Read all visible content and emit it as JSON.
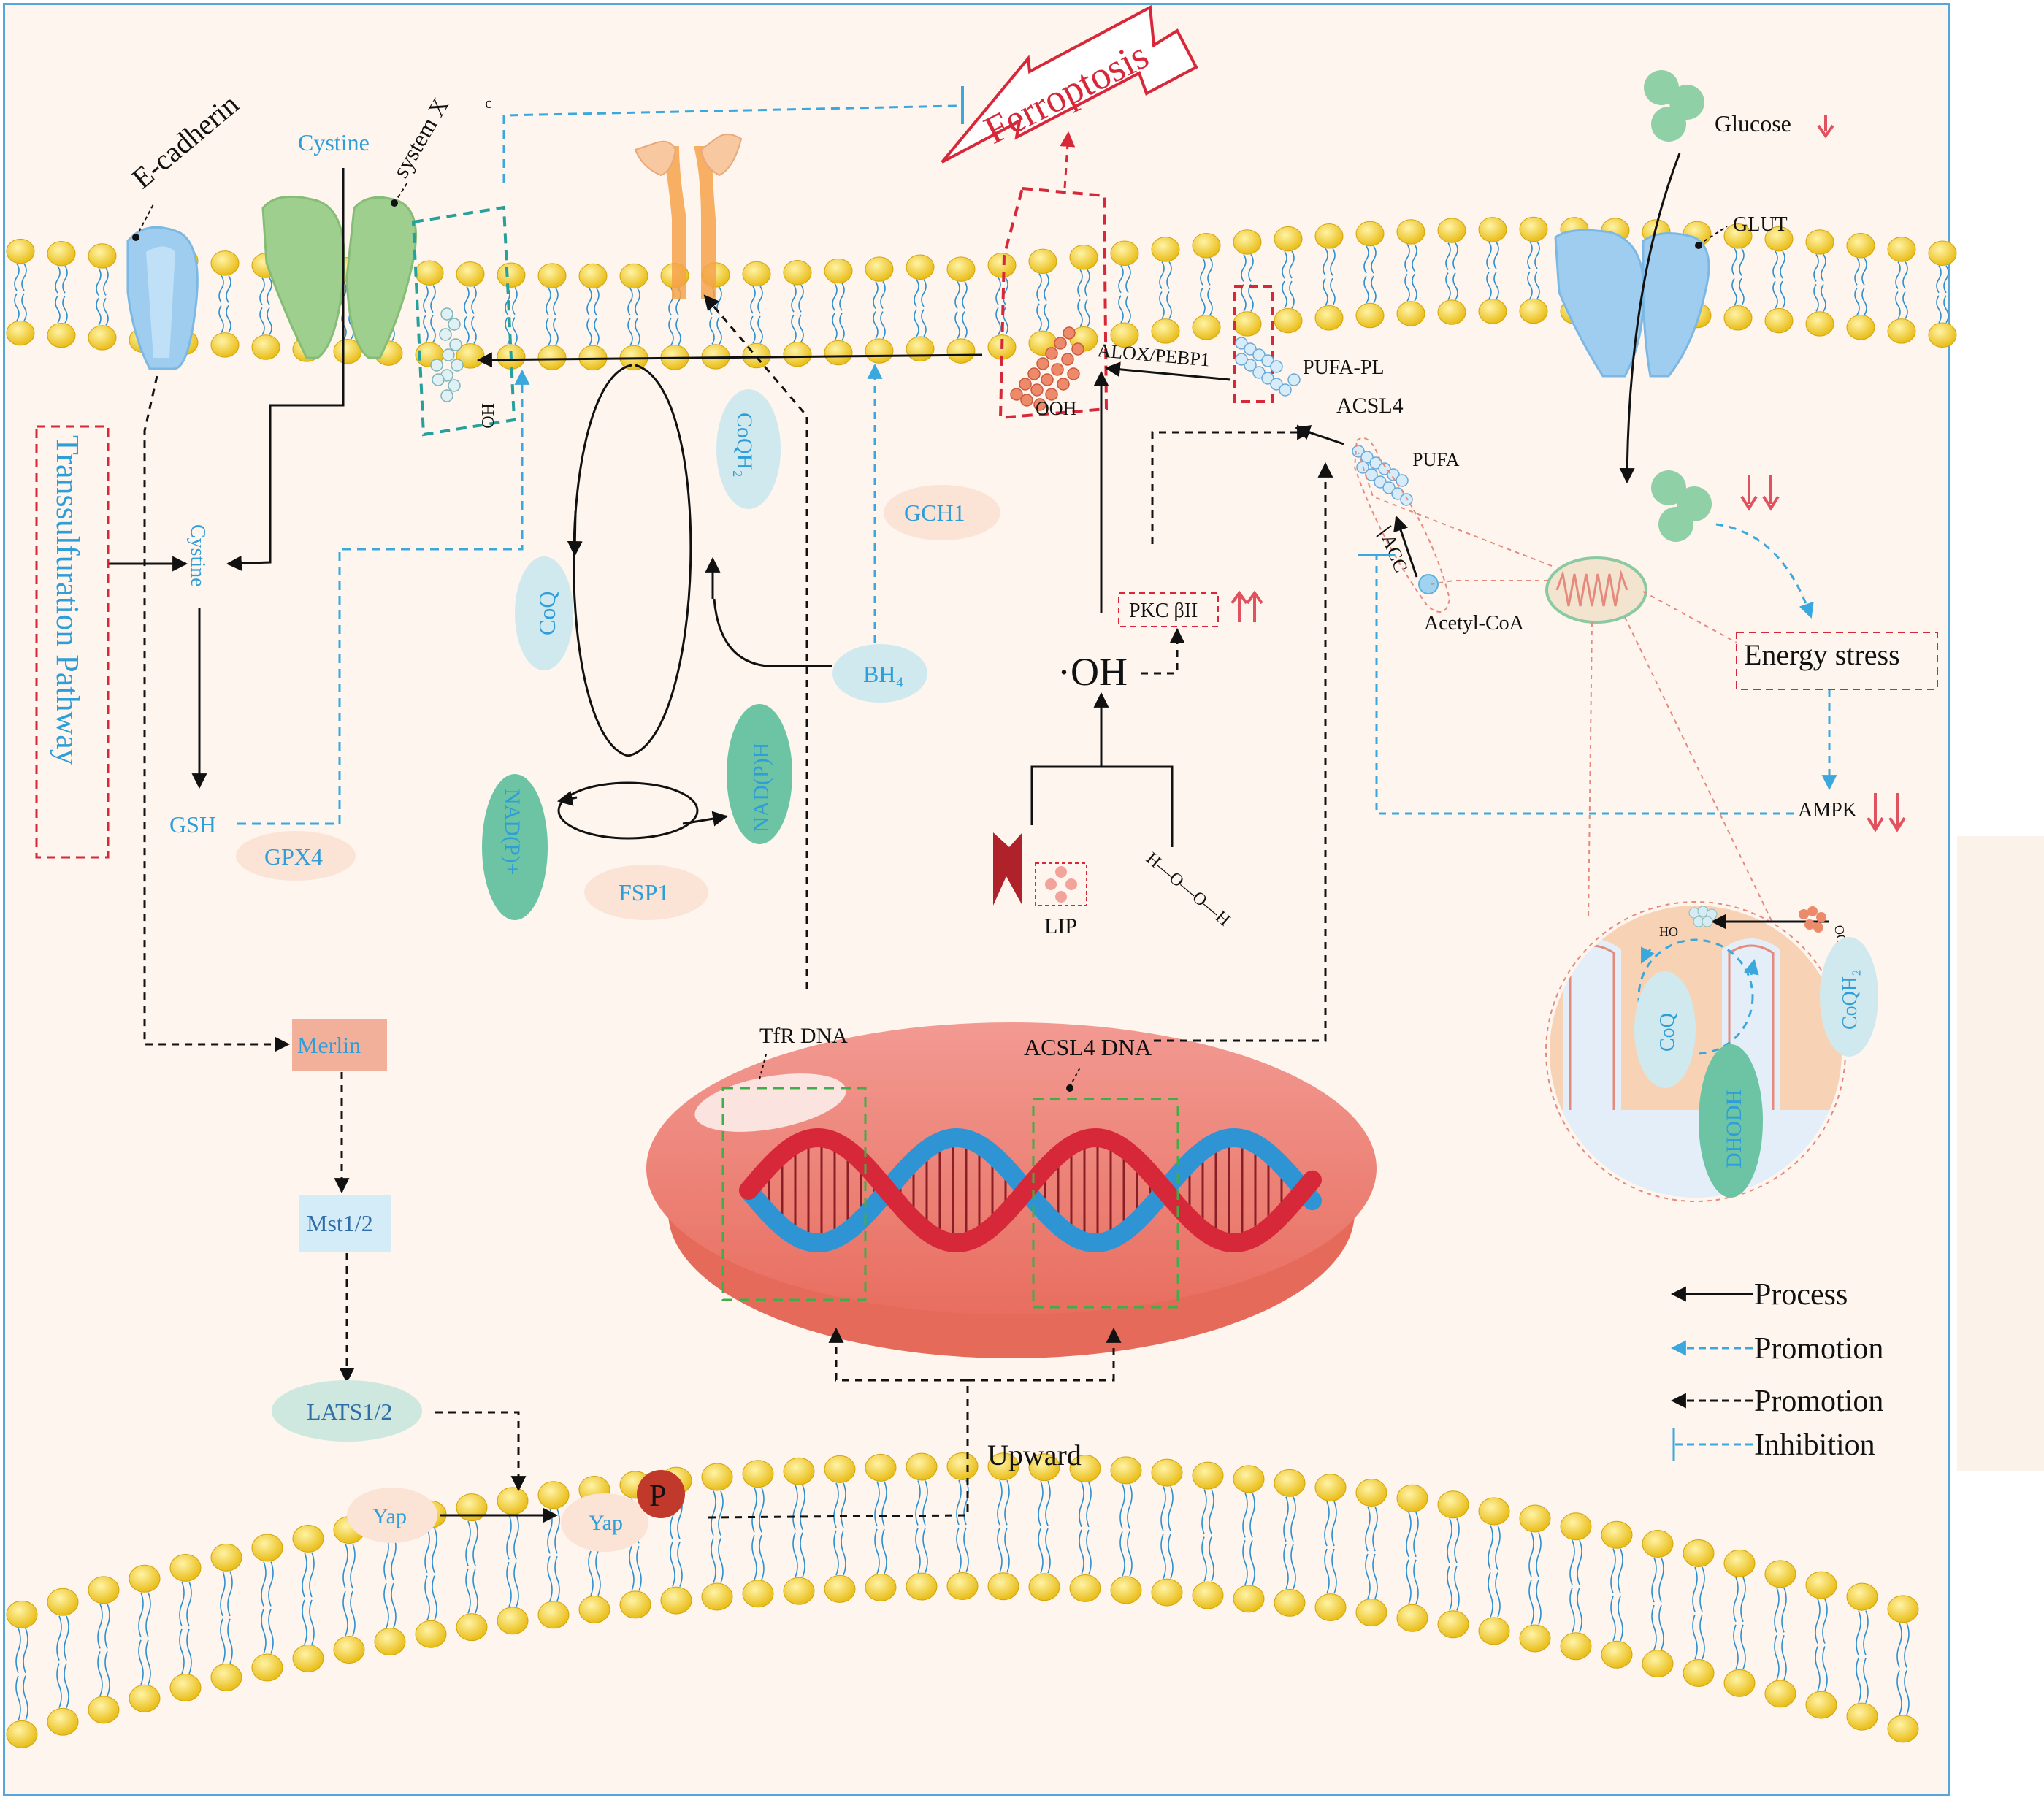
{
  "labels": {
    "ferroptosis": "Ferroptosis",
    "e_cadherin": "E-cadherin",
    "cystine_top": "Cystine",
    "system_xc": "system X",
    "system_xc_sub": "c",
    "cystine_inner": "Cystine",
    "transsulfuration": "Transsulfuration Pathway",
    "gsh": "GSH",
    "gpx4": "GPX4",
    "ho": "HO",
    "coq": "CoQ",
    "coqh2": "CoQH₂",
    "gch1": "GCH1",
    "bh4": "BH₄",
    "nadph": "NAD(P)H",
    "nadp": "NAD(P)+",
    "fsp1": "FSP1",
    "ooh": "OOH",
    "alox": "ALOX/PEBP1",
    "pufa_pl": "PUFA-PL",
    "acsl4": "ACSL4",
    "pufa": "PUFA",
    "acc": "ACC",
    "acetyl_coa": "Acetyl-CoA",
    "pkc": "PKC βII",
    "oh_radical": "·OH",
    "lip": "LIP",
    "hooh": "H—O—O—H",
    "glucose": "Glucose",
    "glut": "GLUT",
    "energy_stress": "Energy stress",
    "ampk": "AMPK",
    "merlin": "Merlin",
    "mst": "Mst1/2",
    "lats": "LATS1/2",
    "yap": "Yap",
    "yap_p": "Yap",
    "p": "P",
    "tfr_dna": "TfR DNA",
    "acsl4_dna": "ACSL4 DNA",
    "upward": "Upward",
    "mito_coq": "CoQ",
    "mito_coqh2": "CoQH₂",
    "dhodh": "DHODH",
    "mito_ho": "HO",
    "mito_ooh": "OOH"
  },
  "legend": [
    {
      "label": "Process",
      "style": "solid",
      "color": "#111111"
    },
    {
      "label": "Promotion",
      "style": "dashed",
      "color": "#3aa8dc"
    },
    {
      "label": "Promotion",
      "style": "dashed",
      "color": "#111111"
    },
    {
      "label": "Inhibition",
      "style": "dashed-bar",
      "color": "#3aa8dc"
    }
  ],
  "colors": {
    "background": "#fdf5ee",
    "frame": "#55a7db",
    "inhibition_blue": "#3aa8dc",
    "ferroptosis_red": "#d7283a",
    "lipid_yellow": "#f2cf2e",
    "nucleus": "#ef8a80",
    "dna_red": "#d7283a",
    "dna_blue": "#2f94d4",
    "transporter_green": "#9fcf8e",
    "transporter_blue": "#8cc4ec",
    "oval_teal": "#6cc4a4",
    "oval_lightblue": "#cfe9ee",
    "oval_peach": "#fbe3d6"
  },
  "icons": [
    "up-arrow-icon",
    "down-arrow-icon",
    "phosphate-icon",
    "mitochondrion-icon",
    "iron-cluster-icon"
  ]
}
